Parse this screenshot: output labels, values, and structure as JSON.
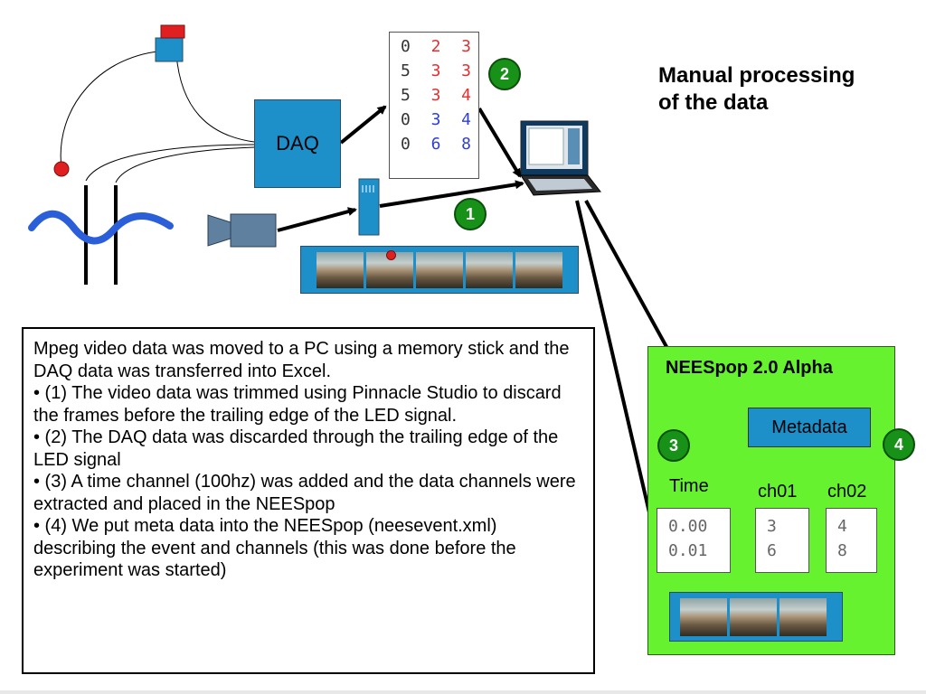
{
  "title": {
    "line1": "Manual processing",
    "line2": "of the data"
  },
  "daq_label": "DAQ",
  "data_matrix": {
    "rows": [
      {
        "c1": "0",
        "c2": "2",
        "c3": "3",
        "color": "#e03030"
      },
      {
        "c1": "5",
        "c2": "3",
        "c3": "3",
        "color": "#e03030"
      },
      {
        "c1": "5",
        "c2": "3",
        "c3": "4",
        "color": "#e03030"
      },
      {
        "c1": "0",
        "c2": "3",
        "c3": "4",
        "color": "#2f3fd6"
      },
      {
        "c1": "0",
        "c2": "6",
        "c3": "8",
        "color": "#2f3fd6"
      }
    ],
    "first_column_color": "#333333"
  },
  "steps": {
    "step1": "1",
    "step2": "2",
    "step3": "3",
    "step4": "4"
  },
  "description": {
    "intro": "Mpeg video data was moved to a PC using a memory stick and the DAQ data was transferred into Excel.",
    "bullet1": "•  (1) The video data was trimmed using Pinnacle Studio to discard the frames before the trailing edge of the LED signal.",
    "bullet2": "•  (2) The DAQ data was discarded through the trailing edge of the LED signal",
    "bullet3": "•  (3) A time channel (100hz) was added and the data channels were extracted and placed in the NEESpop",
    "bullet4": "•  (4) We put meta data into the NEESpop (neesevent.xml) describing the event and channels (this was done before the experiment was started)"
  },
  "neespop": {
    "title": "NEESpop 2.0 Alpha",
    "metadata_label": "Metadata",
    "time": {
      "label": "Time",
      "v1": "0.00",
      "v2": "0.01"
    },
    "ch01": {
      "label": "ch01",
      "v1": "3",
      "v2": "6"
    },
    "ch02": {
      "label": "ch02",
      "v1": "4",
      "v2": "8"
    }
  },
  "icons": [
    "led-light-icon",
    "red-sensor-icon",
    "wave-sensor-icon",
    "video-camera-icon",
    "memory-stick-icon",
    "laptop-icon",
    "film-strip-icon"
  ],
  "colors": {
    "accent_blue": "#1d8fc9",
    "badge_green": "#179117",
    "panel_green": "#66f22f",
    "led_red": "#e02020",
    "wave_blue": "#2b5fd9"
  }
}
